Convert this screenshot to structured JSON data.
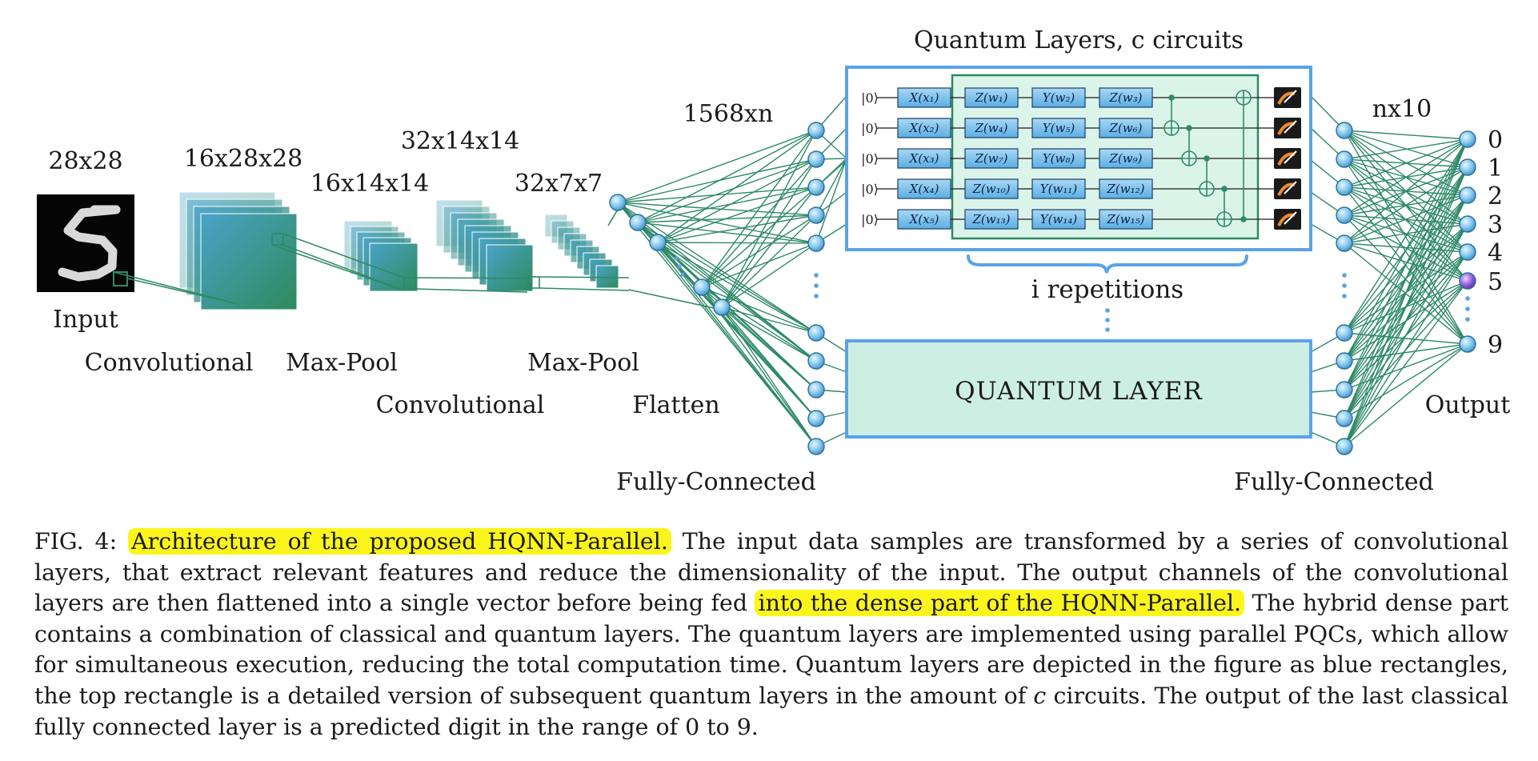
{
  "figure": {
    "labels": {
      "input_size": "28x28",
      "input": "Input",
      "conv1_size": "16x28x28",
      "conv1": "Convolutional",
      "pool1_size": "16x14x14",
      "pool1": "Max-Pool",
      "conv2_size": "32x14x14",
      "conv2": "Convolutional",
      "pool2_size": "32x7x7",
      "pool2": "Max-Pool",
      "flatten": "Flatten",
      "fc1_size": "1568xn",
      "fc1": "Fully-Connected",
      "quantum_title": "Quantum Layers, c circuits",
      "repetitions": "i repetitions",
      "quantum_layer": "QUANTUM LAYER",
      "fc2_size": "nx10",
      "fc2": "Fully-Connected",
      "output": "Output"
    },
    "circuit": {
      "init_state": "|0⟩",
      "rows": [
        {
          "x": "X(x₁)",
          "z1": "Z(w₁)",
          "y": "Y(w₂)",
          "z2": "Z(w₃)"
        },
        {
          "x": "X(x₂)",
          "z1": "Z(w₄)",
          "y": "Y(w₅)",
          "z2": "Z(w₆)"
        },
        {
          "x": "X(x₃)",
          "z1": "Z(w₇)",
          "y": "Y(w₈)",
          "z2": "Z(w₉)"
        },
        {
          "x": "X(x₄)",
          "z1": "Z(w₁₀)",
          "y": "Y(w₁₁)",
          "z2": "Z(w₁₂)"
        },
        {
          "x": "X(x₅)",
          "z1": "Z(w₁₃)",
          "y": "Y(w₁₄)",
          "z2": "Z(w₁₅)"
        }
      ]
    },
    "output_digits": [
      "0",
      "1",
      "2",
      "3",
      "4",
      "5",
      "9"
    ],
    "predicted_digit": "5",
    "colors": {
      "edge": "#2e8a66",
      "node": "#7ec3ea",
      "quantum_border": "#5aa2ea",
      "quantum_fill": "#cdeee3",
      "gate": "#7cbfe8",
      "highlight": "#fbf51c",
      "predicted": "#8a4fd6"
    }
  },
  "caption": {
    "prefix": "FIG. 4: ",
    "hl1": "Architecture of the proposed HQNN-Parallel.",
    "t1": " The input data samples are transformed by a series of convolutional layers, that extract relevant features and reduce the dimensionality of the input.  The output channels of the convolutional layers are then flattened into a single vector before being fed ",
    "hl2": "into the dense part of the HQNN-Parallel.",
    "t2": " The hybrid dense part contains a combination of classical and quantum layers. The quantum layers are implemented using parallel PQCs, which allow for simultaneous execution, reducing the total computation time. Quantum layers are depicted in the figure as blue rectangles, the top rectangle is a detailed version of subsequent quantum layers in the amount of ",
    "t2_var": "c",
    "t3": " circuits. The output of the last classical fully connected layer is a predicted digit in the range of 0 to 9."
  }
}
